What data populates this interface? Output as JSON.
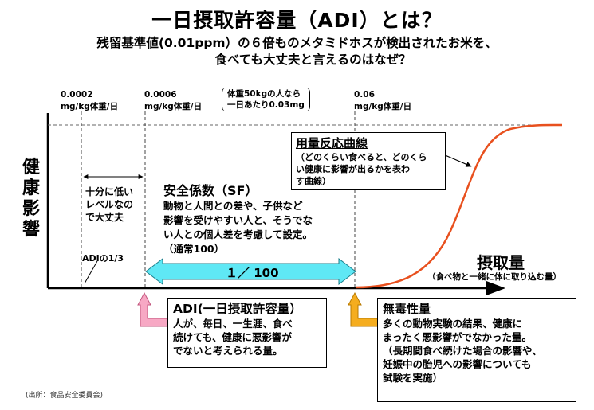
{
  "title": "一日摂取許容量（ADI）とは？",
  "subtitle": {
    "line1": "残留基準値(0.01ppm）の６倍ものメタミドホスが検出されたお米を、",
    "line2": "食べても大丈夫と言えるのはなぜ？"
  },
  "ticks": {
    "t1": {
      "value": "0.0002",
      "unit": "mg/kg体重/日"
    },
    "t2": {
      "value": "0.0006",
      "unit": "mg/kg体重/日"
    },
    "t3": {
      "value": "0.06",
      "unit": "mg/kg体重/日"
    }
  },
  "bracket_note": {
    "line1": "体重50kgの人なら",
    "line2": "一日あたり0.03mg"
  },
  "y_axis_label": "健康影響",
  "x_axis": {
    "label": "摂取量",
    "sublabel": "（食べ物と一緒に体に取り込む量）"
  },
  "low_level_note": {
    "line1": "十分に低い",
    "line2": "レベルなの",
    "line3": "で大丈夫"
  },
  "adi_third": "ADIの1/3",
  "safety_factor": {
    "title": "安全係数（SF）",
    "line1": "動物と人間との差や、子供など",
    "line2": "影響を受けやすい人と、そうでな",
    "line3": "い人との個人差を考慮して設定。",
    "line4": "（通常100）",
    "ratio": "１／ 100"
  },
  "dose_response": {
    "title": "用量反応曲線",
    "line1": "（どのくらい食べると、どのくら",
    "line2": "い健康に影響が出るかを表わ",
    "line3": "す曲線）"
  },
  "adi_box": {
    "title": "ADI(一日摂取許容量）",
    "line1": "人が、毎日、一生涯、食べ",
    "line2": "続けても、健康に悪影響が",
    "line3": "でないと考えられる量。"
  },
  "noael_box": {
    "title": "無毒性量",
    "line1": "多くの動物実験の結果、健康に",
    "line2": "まったく悪影響がでなかった量。",
    "line3": "（長期間食べ続けた場合の影響や、",
    "line4": "妊娠中の胎児への影響についても",
    "line5": "試験を実施）"
  },
  "source": "(出所：食品安全委員会)",
  "colors": {
    "curve": "#e8501e",
    "sf_arrow": "#5fe8f5",
    "adi_pointer": "#f7a8c4",
    "noael_pointer": "#f5ad1f"
  }
}
